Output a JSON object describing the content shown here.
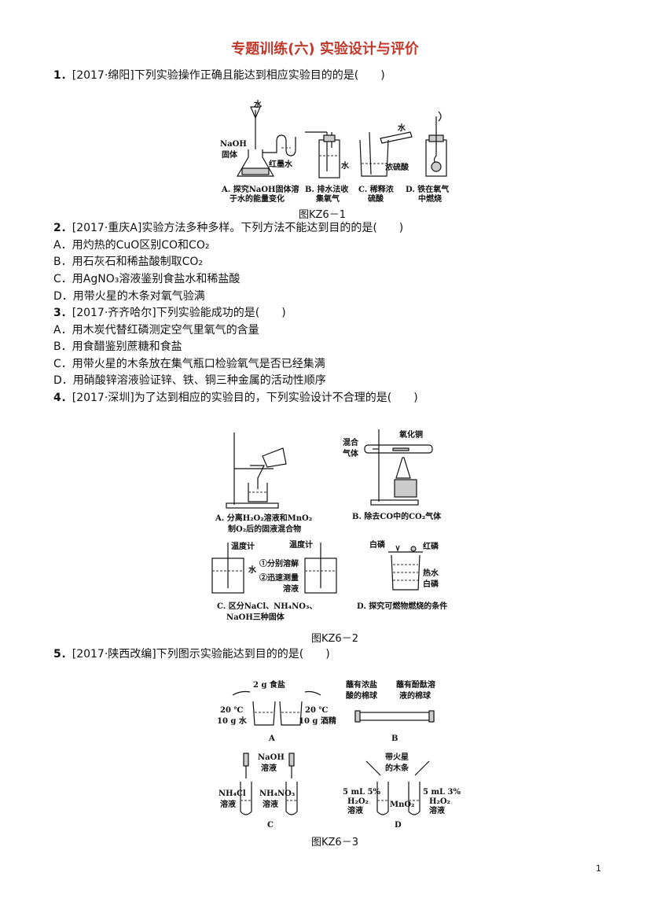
{
  "title": "专题训练(六)  实验设计与评价",
  "q1": {
    "num": "1．",
    "text": "[2017·绵阳]下列实验操作正确且能达到相应实验目的的是(　　)",
    "figure_caption": "图KZ6－1",
    "labels": {
      "water_top": "水",
      "naoh": "NaOH",
      "solid": "固体",
      "red_ink": "红墨水",
      "water_b": "水",
      "water_c": "水",
      "conc_acid": "浓硫酸"
    },
    "panels": [
      {
        "line1": "A. 探究NaOH固体溶",
        "line2": "于水的能量变化"
      },
      {
        "line1": "B. 排水法收",
        "line2": "集氧气"
      },
      {
        "line1": "C. 稀释浓",
        "line2": "硫酸"
      },
      {
        "line1": "D. 铁在氧气",
        "line2": "中燃烧"
      }
    ]
  },
  "q2": {
    "num": "2．",
    "text": "[2017·重庆A]实验方法多种多样。下列方法不能达到目的的是(　　)",
    "options": [
      "A．用灼热的CuO区别CO和CO₂",
      "B．用石灰石和稀盐酸制取CO₂",
      "C．用AgNO₃溶液鉴别食盐水和稀盐酸",
      "D．用带火星的木条对氧气验满"
    ]
  },
  "q3": {
    "num": "3．",
    "text": "[2017·齐齐哈尔]下列实验能成功的是(　　)",
    "options": [
      "A．用木炭代替红磷测定空气里氧气的含量",
      "B．用食醋鉴别蔗糖和食盐",
      "C．用带火星的木条放在集气瓶口检验氧气是否已经集满",
      "D．用硝酸锌溶液验证锌、铁、铜三种金属的活动性顺序"
    ]
  },
  "q4": {
    "num": "4．",
    "text": "[2017·深圳]为了达到相应的实验目的，下列实验设计不合理的是(　　)",
    "figure_caption": "图KZ6－2",
    "labels": {
      "mixed": "混合",
      "gas": "气体",
      "cuo": "氧化铜",
      "thermo1": "温度计",
      "thermo2": "温度计",
      "water": "水",
      "step1": "①分别溶解",
      "step2": "②迅速测量",
      "solution": "溶液",
      "white_p": "白磷",
      "red_p": "红磷",
      "hot_water": "热水",
      "white_p2": "白磷"
    },
    "panels": [
      {
        "line1": "A. 分离H₂O₂溶液和MnO₂",
        "line2": "制O₂后的固液混合物"
      },
      {
        "line1": "B. 除去CO中的CO₂气体",
        "line2": ""
      },
      {
        "line1": "C. 区分NaCl、NH₄NO₃、",
        "line2": "NaOH三种固体"
      },
      {
        "line1": "D. 探究可燃物燃烧的条件",
        "line2": ""
      }
    ]
  },
  "q5": {
    "num": "5．",
    "text": "[2017·陕西改编]下列图示实验能达到目的的是(　　)",
    "figure_caption": "图KZ6－3",
    "labels": {
      "salt": "2 g 食盐",
      "temp1": "20 ℃",
      "water_amt": "10 g 水",
      "temp2": "20 ℃",
      "alcohol": "10 g 酒精",
      "cotton1a": "蘸有浓盐",
      "cotton1b": "酸的棉球",
      "cotton2a": "蘸有酚酞溶",
      "cotton2b": "液的棉球",
      "naoh1": "NaOH",
      "naoh2": "溶液",
      "nh4cl1": "NH₄Cl",
      "nh4cl2": "溶液",
      "nh4no3a": "NH₄NO₃",
      "nh4no3b": "溶液",
      "spark1": "带火星",
      "spark2": "的木条",
      "h2o2a1": "5 mL 5%",
      "h2o2a2": "H₂O₂",
      "h2o2a3": "溶液",
      "mno2": "MnO₂",
      "h2o2b1": "5 mL 3%",
      "h2o2b2": "H₂O₂",
      "h2o2b3": "溶液"
    },
    "panel_letters": [
      "A",
      "B",
      "C",
      "D"
    ]
  },
  "page_number": "1"
}
